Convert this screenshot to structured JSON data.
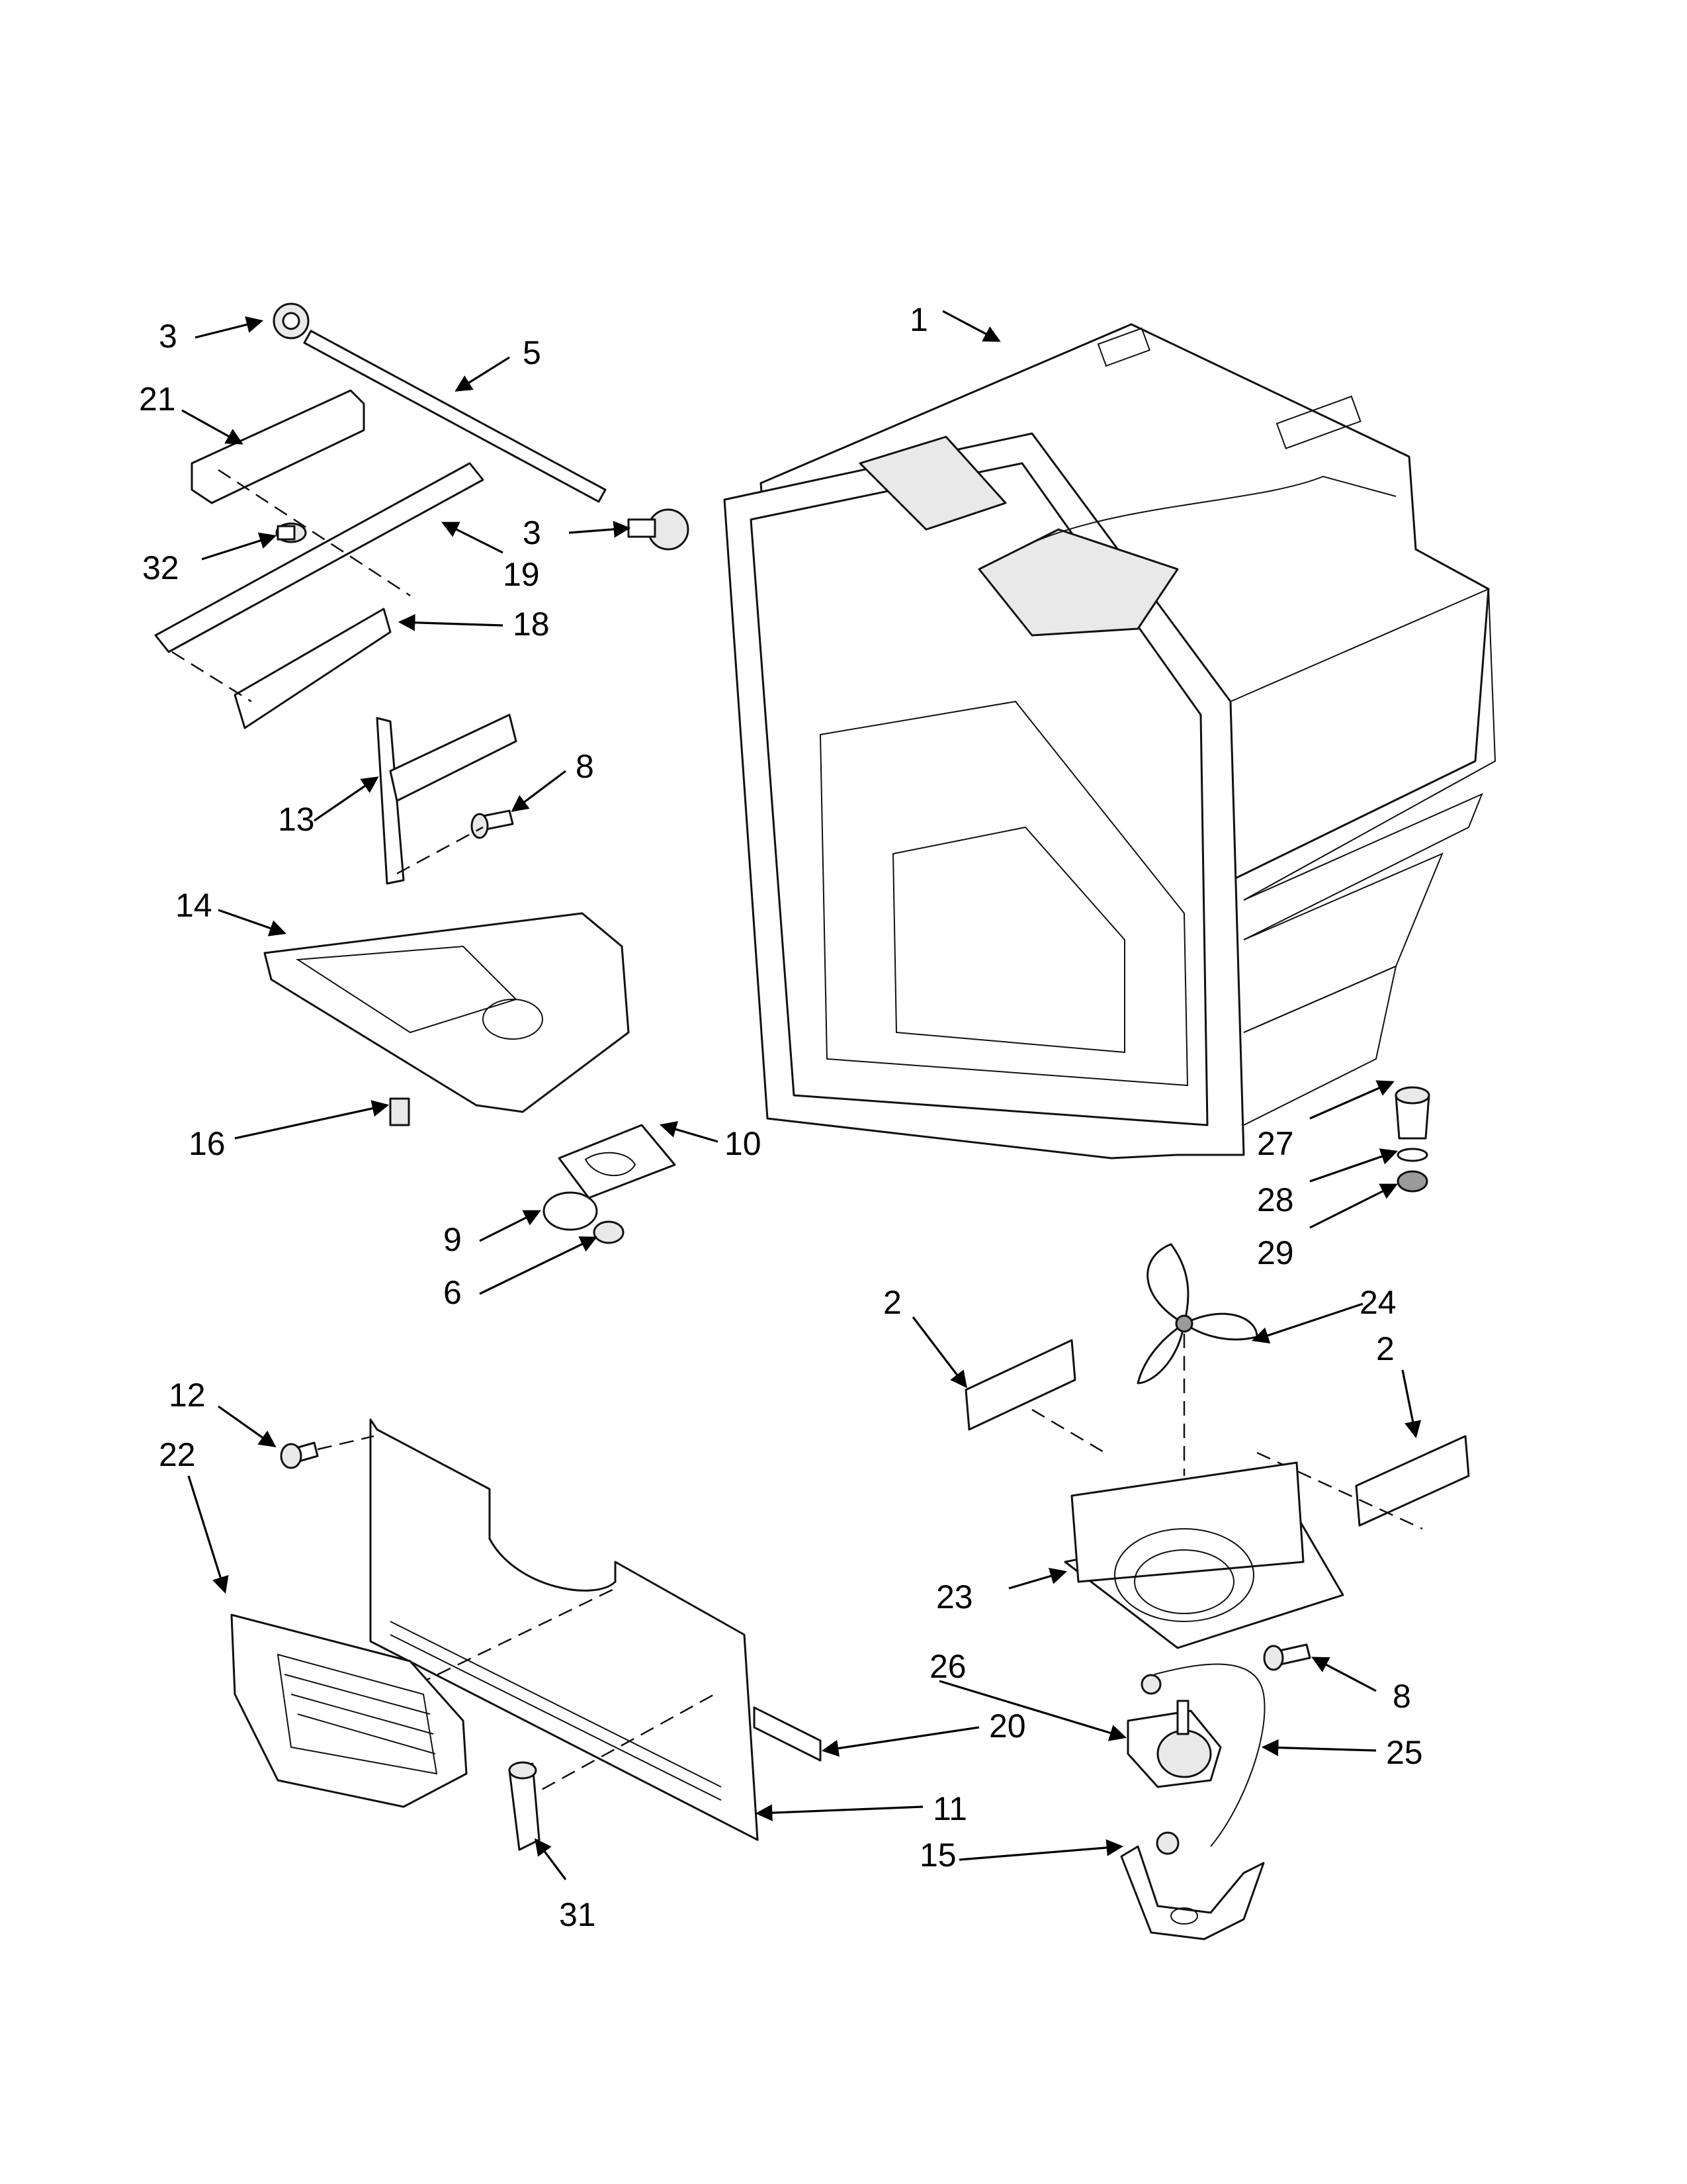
{
  "accent_color": "#000000",
  "callouts": [
    {
      "label": "1"
    },
    {
      "label": "2"
    },
    {
      "label": "2"
    },
    {
      "label": "3"
    },
    {
      "label": "3"
    },
    {
      "label": "5"
    },
    {
      "label": "6"
    },
    {
      "label": "8"
    },
    {
      "label": "8"
    },
    {
      "label": "9"
    },
    {
      "label": "10"
    },
    {
      "label": "11"
    },
    {
      "label": "12"
    },
    {
      "label": "13"
    },
    {
      "label": "14"
    },
    {
      "label": "15"
    },
    {
      "label": "16"
    },
    {
      "label": "18"
    },
    {
      "label": "19"
    },
    {
      "label": "20"
    },
    {
      "label": "21"
    },
    {
      "label": "22"
    },
    {
      "label": "23"
    },
    {
      "label": "24"
    },
    {
      "label": "25"
    },
    {
      "label": "26"
    },
    {
      "label": "27"
    },
    {
      "label": "28"
    },
    {
      "label": "29"
    },
    {
      "label": "31"
    },
    {
      "label": "32"
    }
  ]
}
